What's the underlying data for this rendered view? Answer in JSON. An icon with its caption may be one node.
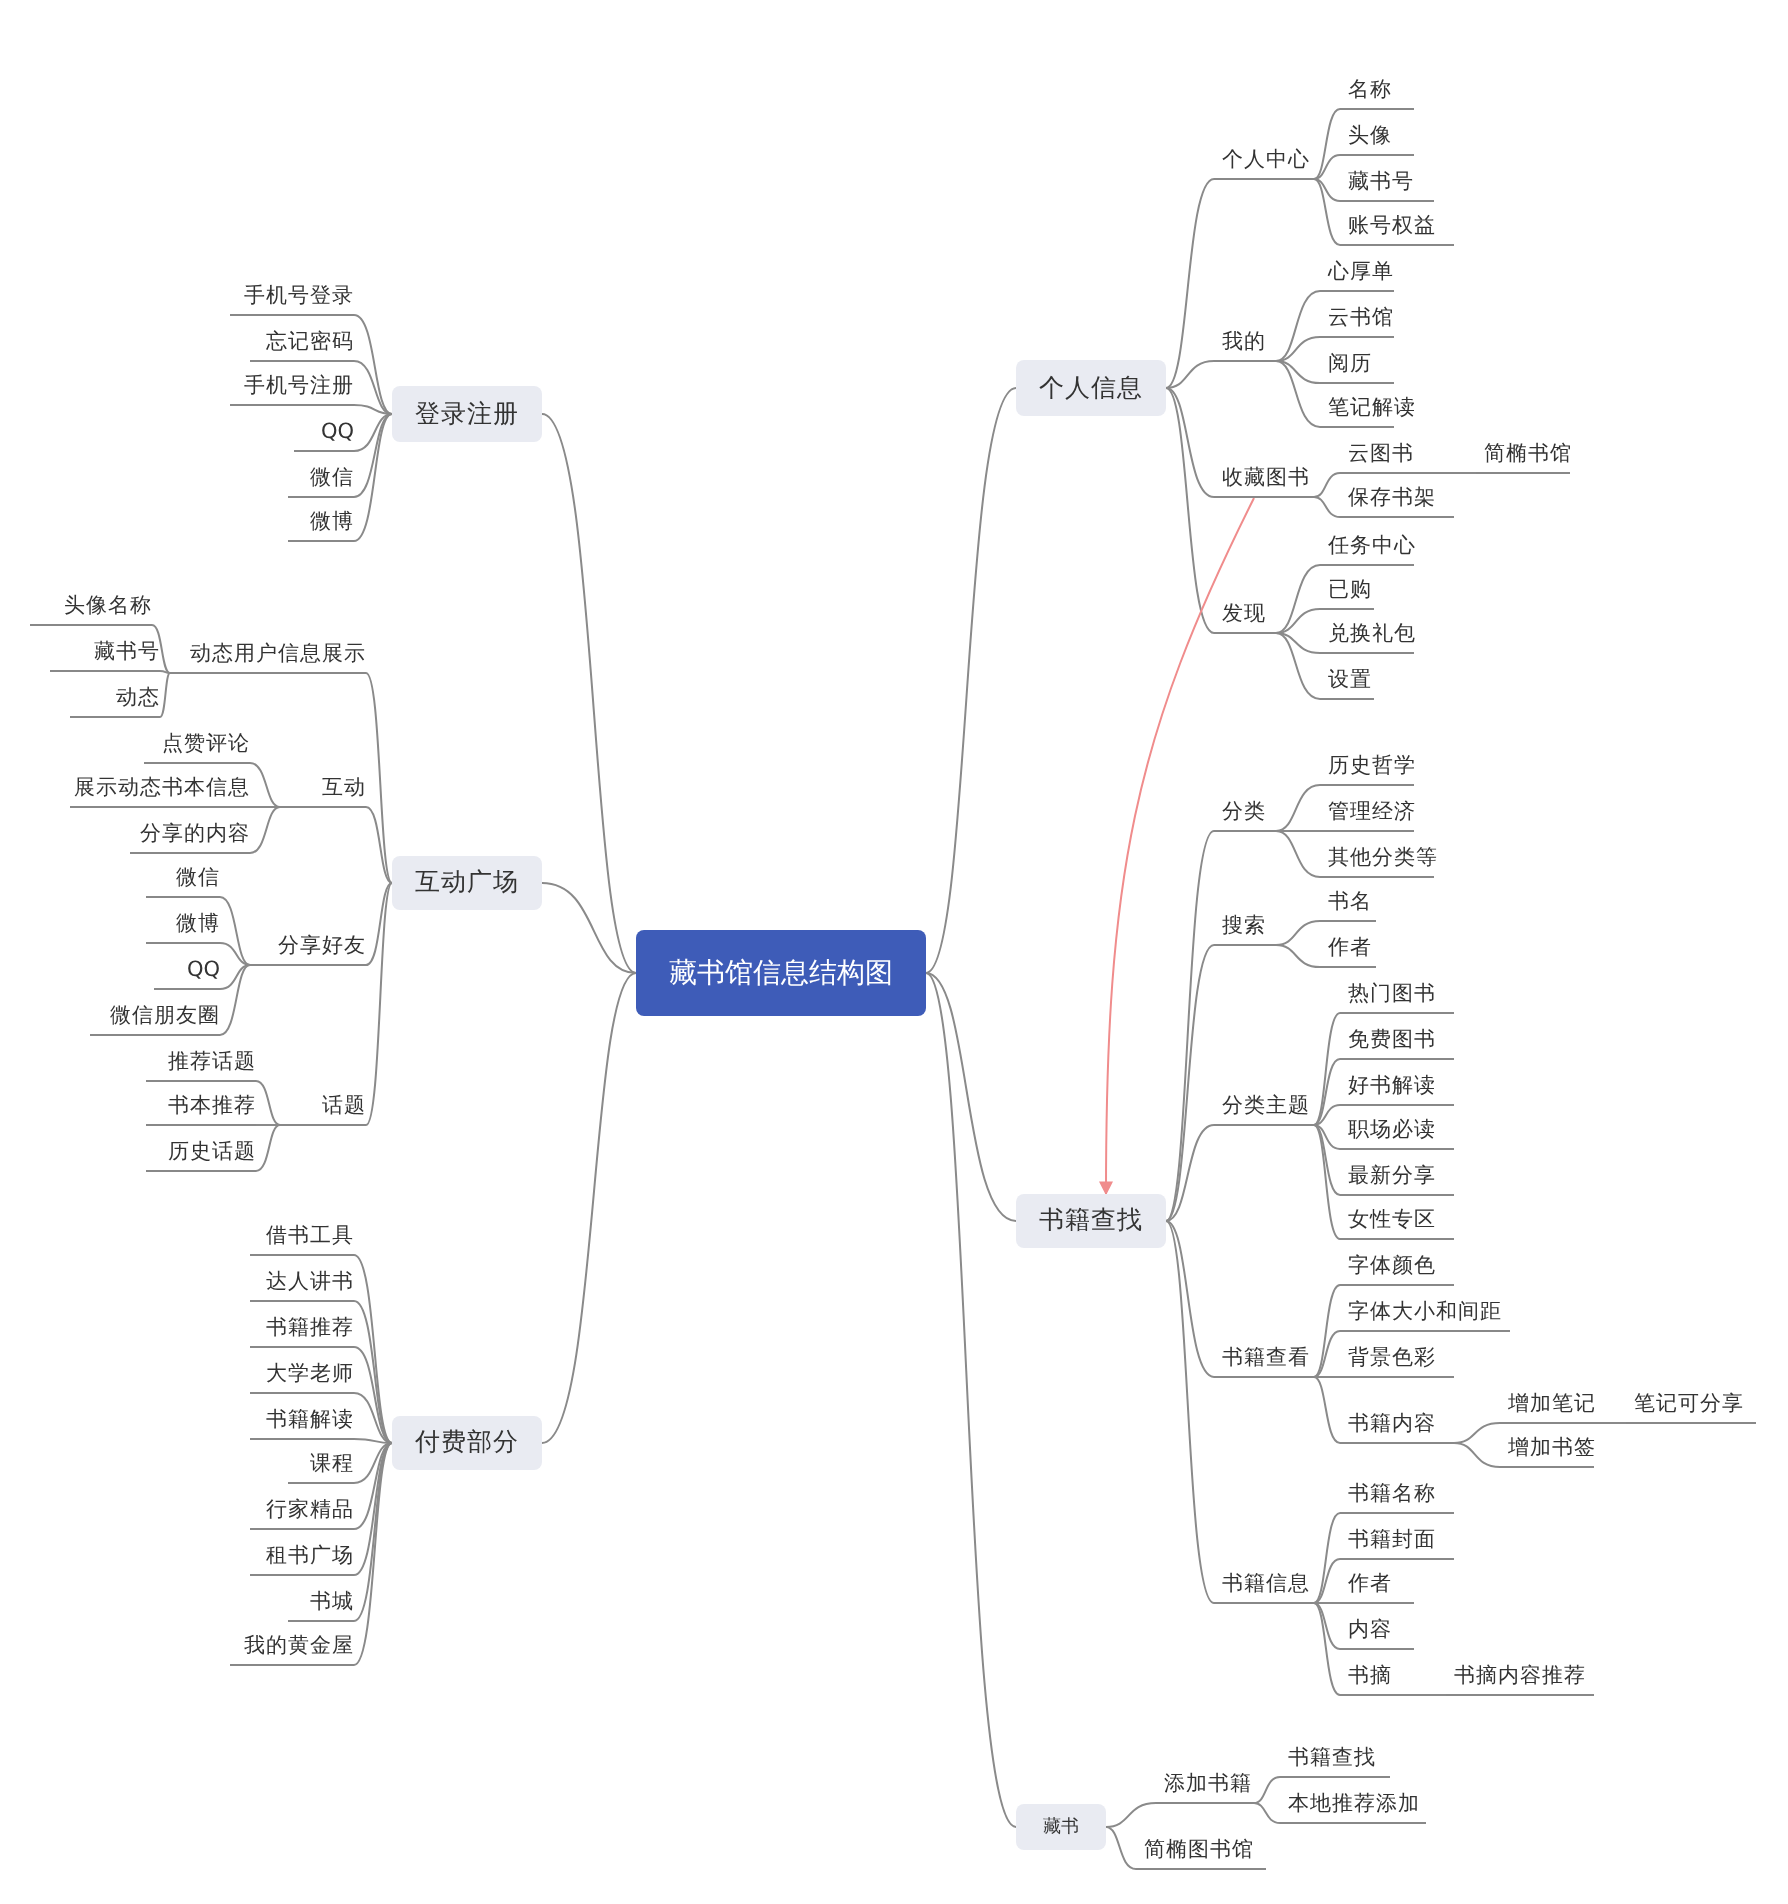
{
  "diagram": {
    "nodes": [
      {
        "text": [
          "藏书馆信息结构图"
        ]
      },
      {
        "text": [
          "登录注册"
        ]
      },
      {
        "text": [
          "手机号登录"
        ]
      },
      {
        "text": [
          "忘记密码"
        ]
      },
      {
        "text": [
          "手机号注册"
        ]
      },
      {
        "text": [
          "QQ"
        ]
      },
      {
        "text": [
          "微信"
        ]
      },
      {
        "text": [
          "微博"
        ]
      },
      {
        "text": [
          "互动广场"
        ]
      },
      {
        "text": [
          "动态用户信息展示"
        ]
      },
      {
        "text": [
          "头像名称"
        ]
      },
      {
        "text": [
          "藏书号"
        ]
      },
      {
        "text": [
          "动态"
        ]
      },
      {
        "text": [
          "互动"
        ]
      },
      {
        "text": [
          "点赞评论"
        ]
      },
      {
        "text": [
          "展示动态书本信息"
        ]
      },
      {
        "text": [
          "分享的内容"
        ]
      },
      {
        "text": [
          "分享好友"
        ]
      },
      {
        "text": [
          "微信"
        ]
      },
      {
        "text": [
          "微博"
        ]
      },
      {
        "text": [
          "QQ"
        ]
      },
      {
        "text": [
          "微信朋友圈"
        ]
      },
      {
        "text": [
          "话题"
        ]
      },
      {
        "text": [
          "推荐话题"
        ]
      },
      {
        "text": [
          "书本推荐"
        ]
      },
      {
        "text": [
          "历史话题"
        ]
      },
      {
        "text": [
          "付费部分"
        ]
      },
      {
        "text": [
          "借书工具"
        ]
      },
      {
        "text": [
          "达人讲书"
        ]
      },
      {
        "text": [
          "书籍推荐"
        ]
      },
      {
        "text": [
          "大学老师"
        ]
      },
      {
        "text": [
          "书籍解读"
        ]
      },
      {
        "text": [
          "课程"
        ]
      },
      {
        "text": [
          "行家精品"
        ]
      },
      {
        "text": [
          "租书广场"
        ]
      },
      {
        "text": [
          "书城"
        ]
      },
      {
        "text": [
          "我的黄金屋"
        ]
      },
      {
        "text": [
          "个人信息"
        ]
      },
      {
        "text": [
          "个人中心"
        ]
      },
      {
        "text": [
          "名称"
        ]
      },
      {
        "text": [
          "头像"
        ]
      },
      {
        "text": [
          "藏书号"
        ]
      },
      {
        "text": [
          "账号权益"
        ]
      },
      {
        "text": [
          "我的"
        ]
      },
      {
        "text": [
          "心厚单"
        ]
      },
      {
        "text": [
          "云书馆"
        ]
      },
      {
        "text": [
          "阅历"
        ]
      },
      {
        "text": [
          "笔记解读"
        ]
      },
      {
        "text": [
          "收藏图书"
        ]
      },
      {
        "text": [
          "云图书"
        ]
      },
      {
        "text": [
          "简椭书馆"
        ]
      },
      {
        "text": [
          "保存书架"
        ]
      },
      {
        "text": [
          "发现"
        ]
      },
      {
        "text": [
          "任务中心"
        ]
      },
      {
        "text": [
          "已购"
        ]
      },
      {
        "text": [
          "兑换礼包"
        ]
      },
      {
        "text": [
          "设置"
        ]
      },
      {
        "text": [
          "书籍查找"
        ]
      },
      {
        "text": [
          "分类"
        ]
      },
      {
        "text": [
          "历史哲学"
        ]
      },
      {
        "text": [
          "管理经济"
        ]
      },
      {
        "text": [
          "其他分类等"
        ]
      },
      {
        "text": [
          "搜索"
        ]
      },
      {
        "text": [
          "书名"
        ]
      },
      {
        "text": [
          "作者"
        ]
      },
      {
        "text": [
          "分类主题"
        ]
      },
      {
        "text": [
          "热门图书"
        ]
      },
      {
        "text": [
          "免费图书"
        ]
      },
      {
        "text": [
          "好书解读"
        ]
      },
      {
        "text": [
          "职场必读"
        ]
      },
      {
        "text": [
          "最新分享"
        ]
      },
      {
        "text": [
          "女性专区"
        ]
      },
      {
        "text": [
          "书籍查看"
        ]
      },
      {
        "text": [
          "字体颜色"
        ]
      },
      {
        "text": [
          "字体大小和间距"
        ]
      },
      {
        "text": [
          "背景色彩"
        ]
      },
      {
        "text": [
          "书籍内容"
        ]
      },
      {
        "text": [
          "增加笔记"
        ]
      },
      {
        "text": [
          "笔记可分享"
        ]
      },
      {
        "text": [
          "增加书签"
        ]
      },
      {
        "text": [
          "书籍信息"
        ]
      },
      {
        "text": [
          "书籍名称"
        ]
      },
      {
        "text": [
          "书籍封面"
        ]
      },
      {
        "text": [
          "作者"
        ]
      },
      {
        "text": [
          "内容"
        ]
      },
      {
        "text": [
          "书摘"
        ]
      },
      {
        "text": [
          "书摘内容推荐"
        ]
      },
      {
        "text": [
          "藏书"
        ]
      },
      {
        "text": [
          "添加书籍"
        ]
      },
      {
        "text": [
          "书籍查找"
        ]
      },
      {
        "text": [
          "本地推荐添加"
        ]
      },
      {
        "text": [
          "简椭图书馆"
        ]
      }
    ],
    "edges": [
      {
        "from": 0,
        "to": 1,
        "arrow": "none"
      },
      {
        "from": 0,
        "to": 8,
        "arrow": "none"
      },
      {
        "from": 0,
        "to": 26,
        "arrow": "none"
      },
      {
        "from": 0,
        "to": 37,
        "arrow": "none"
      },
      {
        "from": 0,
        "to": 57,
        "arrow": "none"
      },
      {
        "from": 0,
        "to": 87,
        "arrow": "none"
      },
      {
        "from": 1,
        "to": 2,
        "arrow": "none"
      },
      {
        "from": 1,
        "to": 3,
        "arrow": "none"
      },
      {
        "from": 1,
        "to": 4,
        "arrow": "none"
      },
      {
        "from": 1,
        "to": 5,
        "arrow": "none"
      },
      {
        "from": 1,
        "to": 6,
        "arrow": "none"
      },
      {
        "from": 1,
        "to": 7,
        "arrow": "none"
      },
      {
        "from": 8,
        "to": 9,
        "arrow": "none"
      },
      {
        "from": 8,
        "to": 13,
        "arrow": "none"
      },
      {
        "from": 8,
        "to": 17,
        "arrow": "none"
      },
      {
        "from": 8,
        "to": 22,
        "arrow": "none"
      },
      {
        "from": 9,
        "to": 10,
        "arrow": "none"
      },
      {
        "from": 9,
        "to": 11,
        "arrow": "none"
      },
      {
        "from": 9,
        "to": 12,
        "arrow": "none"
      },
      {
        "from": 13,
        "to": 14,
        "arrow": "none"
      },
      {
        "from": 13,
        "to": 15,
        "arrow": "none"
      },
      {
        "from": 13,
        "to": 16,
        "arrow": "none"
      },
      {
        "from": 17,
        "to": 18,
        "arrow": "none"
      },
      {
        "from": 17,
        "to": 19,
        "arrow": "none"
      },
      {
        "from": 17,
        "to": 20,
        "arrow": "none"
      },
      {
        "from": 17,
        "to": 21,
        "arrow": "none"
      },
      {
        "from": 22,
        "to": 23,
        "arrow": "none"
      },
      {
        "from": 22,
        "to": 24,
        "arrow": "none"
      },
      {
        "from": 22,
        "to": 25,
        "arrow": "none"
      },
      {
        "from": 26,
        "to": 27,
        "arrow": "none"
      },
      {
        "from": 26,
        "to": 28,
        "arrow": "none"
      },
      {
        "from": 26,
        "to": 29,
        "arrow": "none"
      },
      {
        "from": 26,
        "to": 30,
        "arrow": "none"
      },
      {
        "from": 26,
        "to": 31,
        "arrow": "none"
      },
      {
        "from": 26,
        "to": 32,
        "arrow": "none"
      },
      {
        "from": 26,
        "to": 33,
        "arrow": "none"
      },
      {
        "from": 26,
        "to": 34,
        "arrow": "none"
      },
      {
        "from": 26,
        "to": 35,
        "arrow": "none"
      },
      {
        "from": 26,
        "to": 36,
        "arrow": "none"
      },
      {
        "from": 37,
        "to": 38,
        "arrow": "none"
      },
      {
        "from": 37,
        "to": 43,
        "arrow": "none"
      },
      {
        "from": 37,
        "to": 48,
        "arrow": "none"
      },
      {
        "from": 37,
        "to": 52,
        "arrow": "none"
      },
      {
        "from": 38,
        "to": 39,
        "arrow": "none"
      },
      {
        "from": 38,
        "to": 40,
        "arrow": "none"
      },
      {
        "from": 38,
        "to": 41,
        "arrow": "none"
      },
      {
        "from": 38,
        "to": 42,
        "arrow": "none"
      },
      {
        "from": 43,
        "to": 44,
        "arrow": "none"
      },
      {
        "from": 43,
        "to": 45,
        "arrow": "none"
      },
      {
        "from": 43,
        "to": 46,
        "arrow": "none"
      },
      {
        "from": 43,
        "to": 47,
        "arrow": "none"
      },
      {
        "from": 48,
        "to": 49,
        "arrow": "none"
      },
      {
        "from": 48,
        "to": 51,
        "arrow": "none"
      },
      {
        "from": 49,
        "to": 50,
        "arrow": "none"
      },
      {
        "from": 52,
        "to": 53,
        "arrow": "none"
      },
      {
        "from": 52,
        "to": 54,
        "arrow": "none"
      },
      {
        "from": 52,
        "to": 55,
        "arrow": "none"
      },
      {
        "from": 52,
        "to": 56,
        "arrow": "none"
      },
      {
        "from": 57,
        "to": 58,
        "arrow": "none"
      },
      {
        "from": 57,
        "to": 62,
        "arrow": "none"
      },
      {
        "from": 57,
        "to": 65,
        "arrow": "none"
      },
      {
        "from": 57,
        "to": 72,
        "arrow": "none"
      },
      {
        "from": 57,
        "to": 80,
        "arrow": "none"
      },
      {
        "from": 58,
        "to": 59,
        "arrow": "none"
      },
      {
        "from": 58,
        "to": 60,
        "arrow": "none"
      },
      {
        "from": 58,
        "to": 61,
        "arrow": "none"
      },
      {
        "from": 62,
        "to": 63,
        "arrow": "none"
      },
      {
        "from": 62,
        "to": 64,
        "arrow": "none"
      },
      {
        "from": 65,
        "to": 66,
        "arrow": "none"
      },
      {
        "from": 65,
        "to": 67,
        "arrow": "none"
      },
      {
        "from": 65,
        "to": 68,
        "arrow": "none"
      },
      {
        "from": 65,
        "to": 69,
        "arrow": "none"
      },
      {
        "from": 65,
        "to": 70,
        "arrow": "none"
      },
      {
        "from": 65,
        "to": 71,
        "arrow": "none"
      },
      {
        "from": 72,
        "to": 73,
        "arrow": "none"
      },
      {
        "from": 72,
        "to": 74,
        "arrow": "none"
      },
      {
        "from": 72,
        "to": 75,
        "arrow": "none"
      },
      {
        "from": 72,
        "to": 76,
        "arrow": "none"
      },
      {
        "from": 76,
        "to": 77,
        "arrow": "none"
      },
      {
        "from": 76,
        "to": 79,
        "arrow": "none"
      },
      {
        "from": 77,
        "to": 78,
        "arrow": "none"
      },
      {
        "from": 80,
        "to": 81,
        "arrow": "none"
      },
      {
        "from": 80,
        "to": 82,
        "arrow": "none"
      },
      {
        "from": 80,
        "to": 83,
        "arrow": "none"
      },
      {
        "from": 80,
        "to": 84,
        "arrow": "none"
      },
      {
        "from": 80,
        "to": 85,
        "arrow": "none"
      },
      {
        "from": 85,
        "to": 86,
        "arrow": "none"
      },
      {
        "from": 87,
        "to": 88,
        "arrow": "none"
      },
      {
        "from": 87,
        "to": 91,
        "arrow": "none"
      },
      {
        "from": 88,
        "to": 89,
        "arrow": "none"
      },
      {
        "from": 88,
        "to": 90,
        "arrow": "none"
      },
      {
        "from": 48,
        "to": 57,
        "arrow": "to",
        "color": "#f08c8c"
      }
    ]
  }
}
